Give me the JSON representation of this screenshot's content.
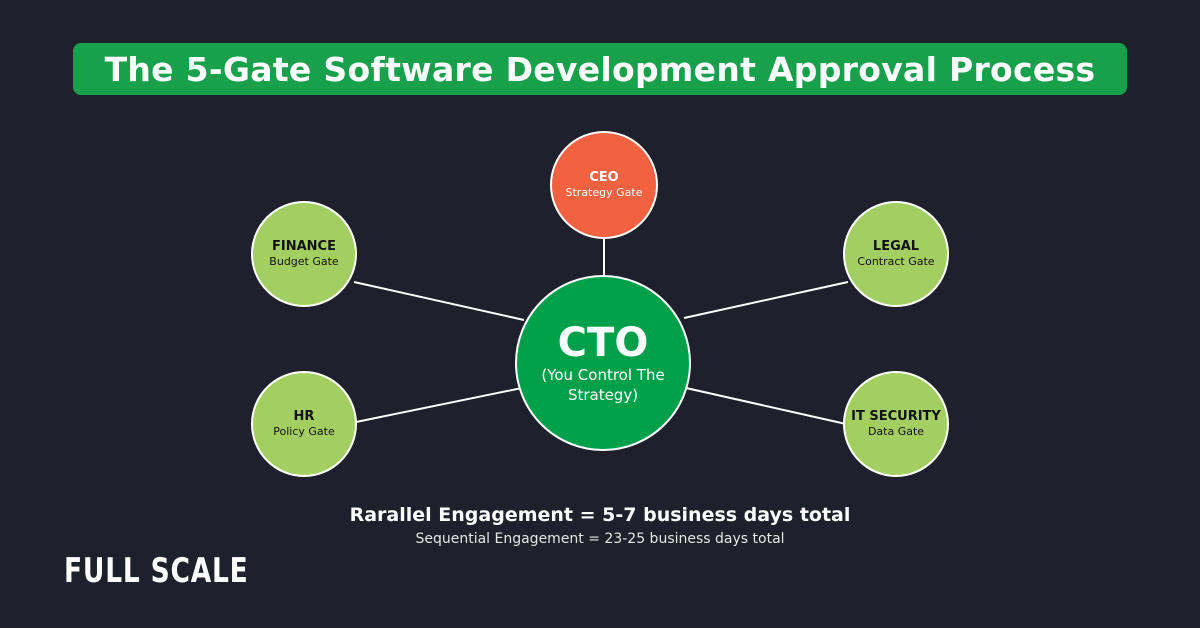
{
  "title": "The 5-Gate Software Development Approval Process",
  "center": {
    "name": "CTO",
    "subtitle": "(You Control The Strategy)"
  },
  "gates": {
    "ceo": {
      "name": "CEO",
      "label": "Strategy Gate"
    },
    "finance": {
      "name": "FINANCE",
      "label": "Budget Gate"
    },
    "legal": {
      "name": "LEGAL",
      "label": "Contract Gate"
    },
    "hr": {
      "name": "HR",
      "label": "Policy Gate"
    },
    "it_security": {
      "name": "IT SECURITY",
      "label": "Data Gate"
    }
  },
  "summary": {
    "parallel": "Rarallel Engagement = 5-7 business days total",
    "sequential": "Sequential Engagement = 23-25 business days total"
  },
  "logo": "FULL SCALE",
  "colors": {
    "background": "#1e212b",
    "title_bar": "#19a04b",
    "center_node": "#00a04b",
    "ceo_node": "#f26241",
    "gate_node": "#a3cf62",
    "connector": "#ffffff"
  }
}
